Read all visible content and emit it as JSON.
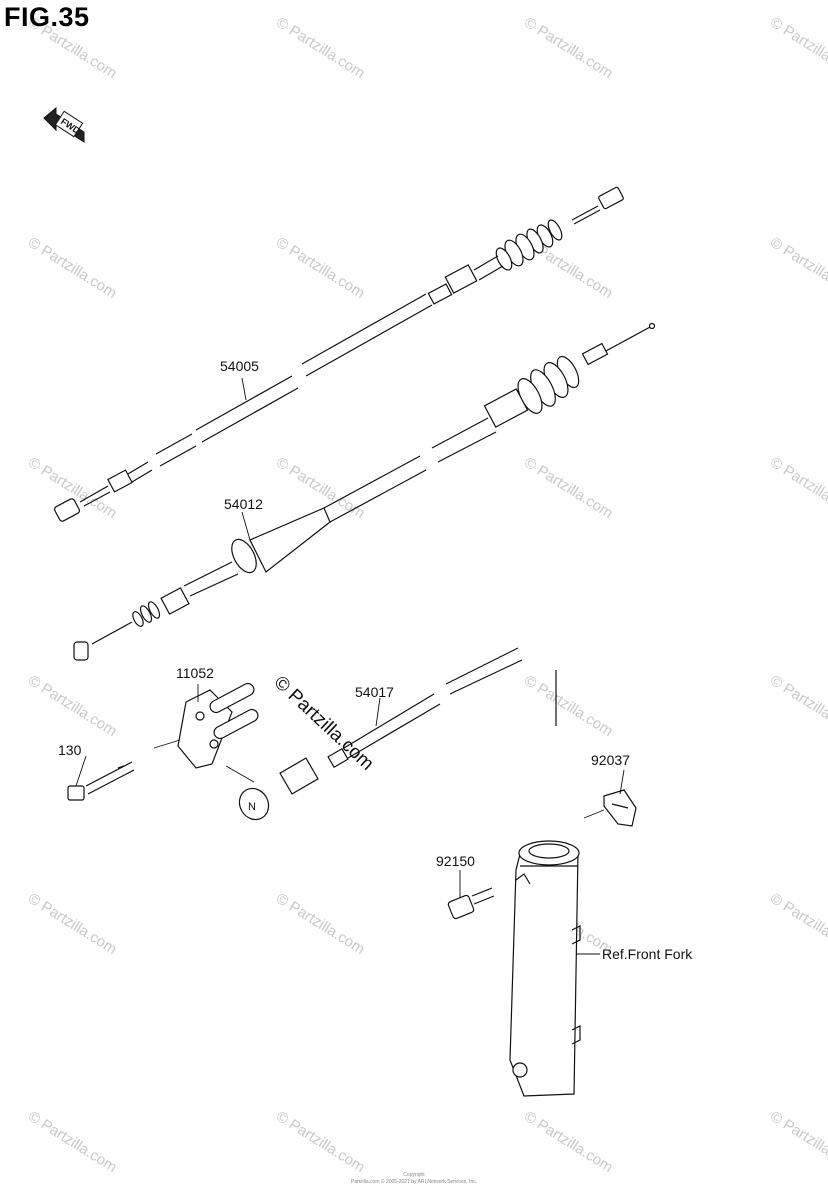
{
  "figure": {
    "title": "FIG.35"
  },
  "parts": [
    {
      "id": "p54005",
      "label": "54005"
    },
    {
      "id": "p54012",
      "label": "54012"
    },
    {
      "id": "p11052",
      "label": "11052"
    },
    {
      "id": "p130",
      "label": "130"
    },
    {
      "id": "p54017",
      "label": "54017"
    },
    {
      "id": "p92037",
      "label": "92037"
    },
    {
      "id": "p92150",
      "label": "92150"
    },
    {
      "id": "pfork",
      "label": "Ref.Front Fork"
    }
  ],
  "watermark": {
    "text": "© Partzilla.com",
    "center_text": "© Partzilla.com"
  },
  "footer": {
    "line1": "Copyright",
    "line2": "Partzilla.com © 2005-2021 by ARI Network Services, Inc."
  },
  "icons": {
    "front_arrow": "fwd-arrow-icon"
  }
}
